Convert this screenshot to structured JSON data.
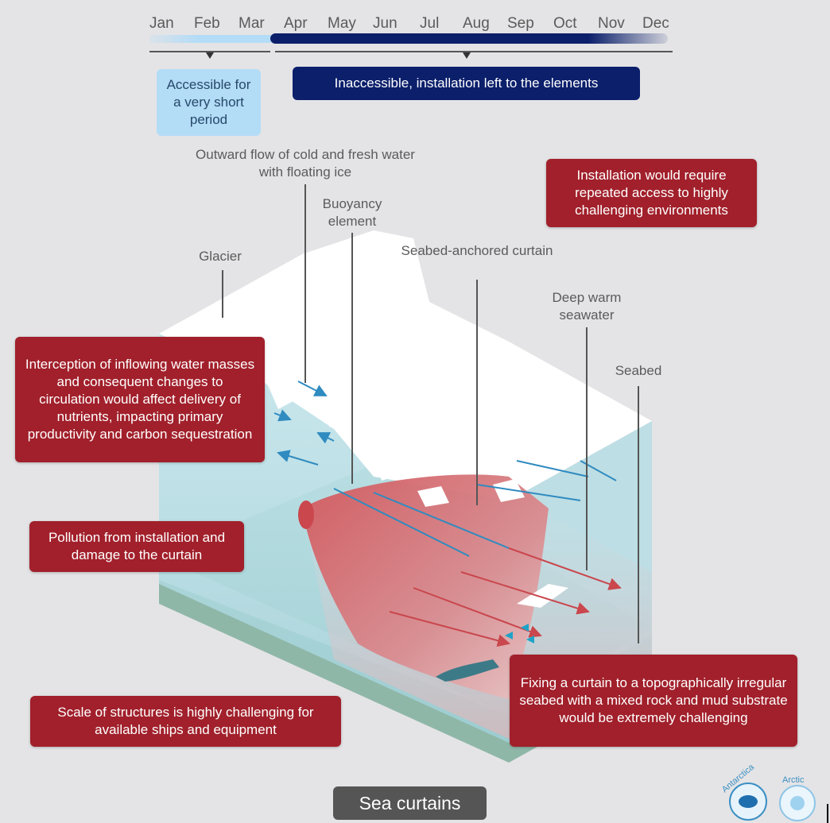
{
  "timeline": {
    "months": [
      "Jan",
      "Feb",
      "Mar",
      "Apr",
      "May",
      "Jun",
      "Jul",
      "Aug",
      "Sep",
      "Oct",
      "Nov",
      "Dec"
    ],
    "accessible_label": "Accessible for a very short period",
    "inaccessible_label": "Inaccessible, installation left to the elements",
    "colors": {
      "accessible": "#b3dcf7",
      "inaccessible": "#0b1f6b"
    }
  },
  "labels": {
    "outward_flow": "Outward flow of cold and fresh water with floating ice",
    "buoyancy": "Buoyancy element",
    "glacier": "Glacier",
    "curtain": "Seabed-anchored curtain",
    "deep_warm": "Deep warm seawater",
    "seabed": "Seabed"
  },
  "challenges": {
    "repeated_access": "Installation would require repeated access to highly challenging environments",
    "interception": "Interception of inflowing water masses and consequent changes to circulation would affect delivery of nutrients, impacting primary productivity and carbon sequestration",
    "pollution": "Pollution from installation and damage to the curtain",
    "scale": "Scale of structures is highly challenging for available ships and equipment",
    "fixing": "Fixing a curtain to a topographically irregular seabed with a mixed rock and mud substrate would be extremely challenging"
  },
  "title": "Sea curtains",
  "logos": {
    "antarctica": "Antarctica",
    "arctic": "Arctic"
  },
  "colors": {
    "risk_box": "#a1202b",
    "curtain": "#c9474d",
    "water": "#a9dbe3",
    "seabed": "#8fb7a8"
  }
}
